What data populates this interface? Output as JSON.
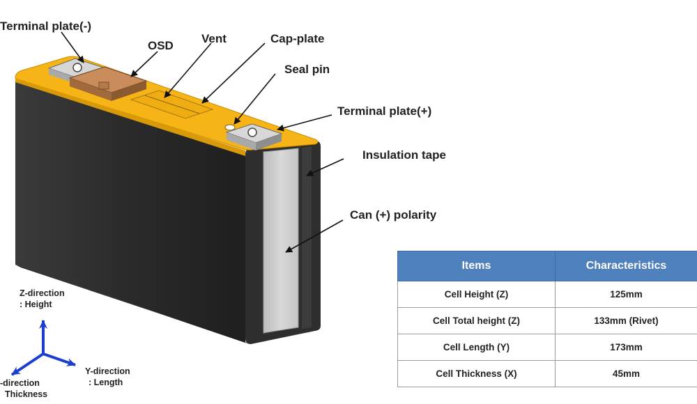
{
  "labels": {
    "terminal_minus": "Terminal plate(-)",
    "osd": "OSD",
    "vent": "Vent",
    "cap_plate": "Cap-plate",
    "seal_pin": "Seal pin",
    "terminal_plus": "Terminal plate(+)",
    "insulation_tape": "Insulation tape",
    "can_polarity": "Can (+) polarity"
  },
  "axes": {
    "z_line1": "Z-direction",
    "z_line2": ": Height",
    "y_line1": "Y-direction",
    "y_line2": ": Length",
    "x_line1": "-direction",
    "x_line2": "Thickness"
  },
  "table": {
    "headers": [
      "Items",
      "Characteristics"
    ],
    "rows": [
      {
        "item": "Cell Height (Z)",
        "value": "125mm"
      },
      {
        "item": "Cell Total height (Z)",
        "value": "133mm (Rivet)"
      },
      {
        "item": "Cell Length  (Y)",
        "value": "173mm"
      },
      {
        "item": "Cell Thickness (X)",
        "value": "45mm"
      }
    ]
  },
  "colors": {
    "cap_plate": "#f6b416",
    "body": "#2b2b2b",
    "table_header": "#4f81bd",
    "axis_arrow": "#1a3fd0"
  }
}
